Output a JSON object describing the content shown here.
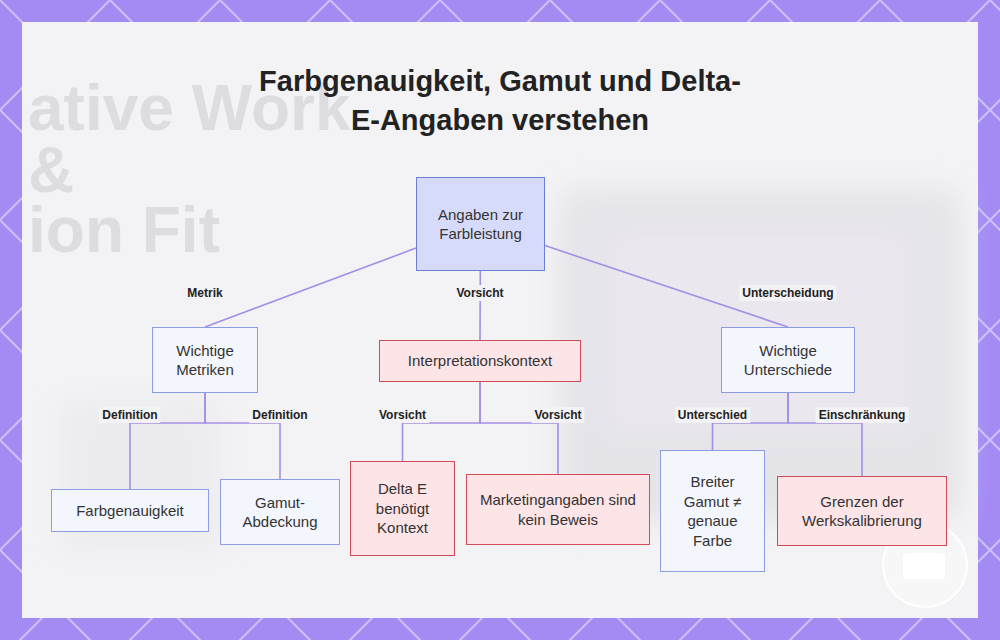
{
  "diagram": {
    "title": "Farbgenauigkeit, Gamut und Delta-E-Angaben verstehen",
    "nodes": [
      {
        "text": [
          "Angaben zur Farbleistung"
        ]
      },
      {
        "text": [
          "Wichtige Metriken"
        ]
      },
      {
        "text": [
          "Interpretationskontext"
        ]
      },
      {
        "text": [
          "Wichtige Unterschiede"
        ]
      },
      {
        "text": [
          "Farbgenauigkeit"
        ]
      },
      {
        "text": [
          "Gamut-Abdeckung"
        ]
      },
      {
        "text": [
          "Delta E benötigt Kontext"
        ]
      },
      {
        "text": [
          "Marketingangaben sind kein Beweis"
        ]
      },
      {
        "text": [
          "Breiter Gamut ≠ genaue Farbe"
        ]
      },
      {
        "text": [
          "Grenzen der Werkskalibrierung"
        ]
      }
    ],
    "edges": [
      {
        "from": 0,
        "to": 1,
        "label": "Metrik",
        "arrow": "none"
      },
      {
        "from": 0,
        "to": 2,
        "label": "Vorsicht",
        "arrow": "none"
      },
      {
        "from": 0,
        "to": 3,
        "label": "Unterscheidung",
        "arrow": "none"
      },
      {
        "from": 1,
        "to": 4,
        "label": "Definition",
        "arrow": "none"
      },
      {
        "from": 1,
        "to": 5,
        "label": "Definition",
        "arrow": "none"
      },
      {
        "from": 2,
        "to": 6,
        "label": "Vorsicht",
        "arrow": "none"
      },
      {
        "from": 2,
        "to": 7,
        "label": "Vorsicht",
        "arrow": "none"
      },
      {
        "from": 3,
        "to": 8,
        "label": "Unterschied",
        "arrow": "none"
      },
      {
        "from": 3,
        "to": 9,
        "label": "Einschränkung",
        "arrow": "none"
      }
    ],
    "labels": [
      "ative Work",
      "&",
      "ion Fit"
    ]
  }
}
